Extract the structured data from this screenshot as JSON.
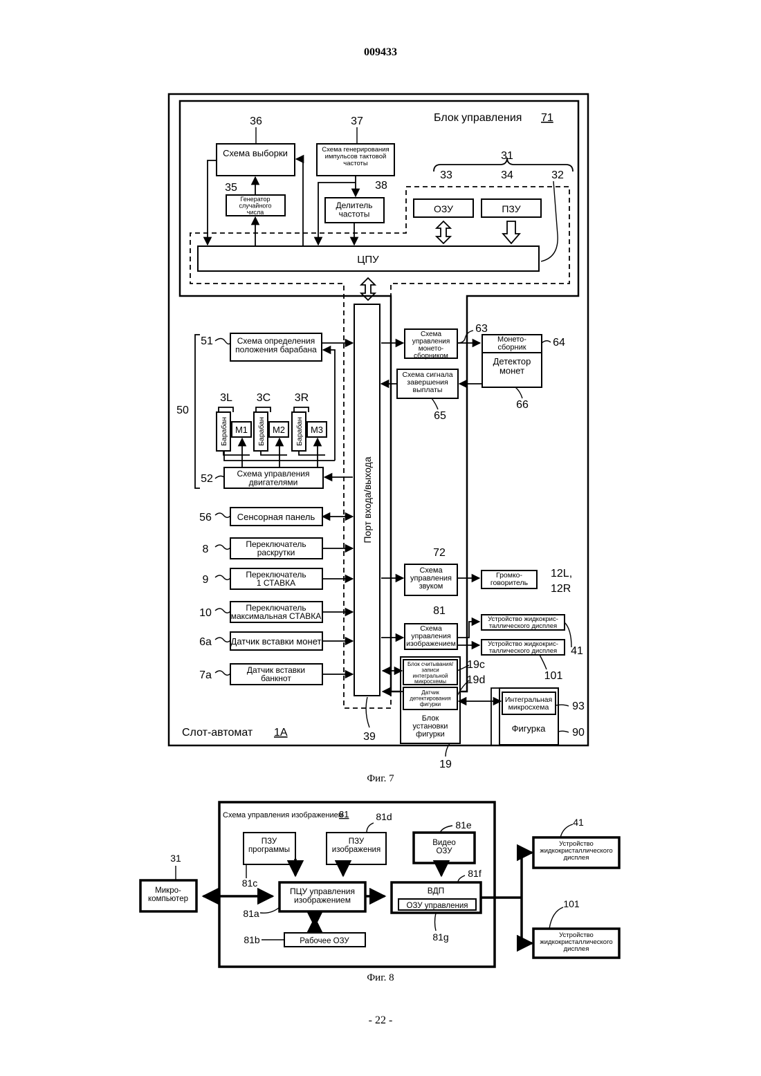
{
  "header": {
    "doc_number": "009433",
    "page_number": "- 22 -"
  },
  "fig7": {
    "caption": "Фиг. 7",
    "control_unit": "Блок управления",
    "control_unit_ref": "71",
    "slot_machine": "Слот-автомат",
    "slot_machine_ref": "1A",
    "sampling": "Схема выборки",
    "sampling_ref": "36",
    "clock_lines": [
      "Схема генерирования",
      "импульсов тактовой",
      "частоты"
    ],
    "clock_ref": "37",
    "rng_lines": [
      "Генератор",
      "случайного",
      "числа"
    ],
    "rng_ref": "35",
    "divider_lines": [
      "Делитель",
      "частоты"
    ],
    "divider_ref": "38",
    "micro_ref": "31",
    "ram": "ОЗУ",
    "ram_ref": "33",
    "rom": "ПЗУ",
    "rom_ref": "34",
    "cpu_bus_ref": "32",
    "cpu": "ЦПУ",
    "io_port": "Порт входа/выхода",
    "io_ref": "39",
    "reel_pos_lines": [
      "Схема определения",
      "положения барабана"
    ],
    "reel_pos_ref": "51",
    "reels_group_ref": "50",
    "reels": [
      {
        "ref": "3L",
        "label": "Барабан",
        "motor": "M1"
      },
      {
        "ref": "3C",
        "label": "Барабан",
        "motor": "M2"
      },
      {
        "ref": "3R",
        "label": "Барабан",
        "motor": "M3"
      }
    ],
    "motor_ctrl_lines": [
      "Схема управления",
      "двигателями"
    ],
    "motor_ctrl_ref": "52",
    "inputs": [
      {
        "ref": "56",
        "lines": [
          "Сенсорная панель"
        ]
      },
      {
        "ref": "8",
        "lines": [
          "Переключатель",
          "раскрутки"
        ]
      },
      {
        "ref": "9",
        "lines": [
          "Переключатель",
          "1 СТАВКА"
        ]
      },
      {
        "ref": "10",
        "lines": [
          "Переключатель",
          "максимальная СТАВКА"
        ]
      },
      {
        "ref": "6a",
        "lines": [
          "Датчик вставки монет"
        ]
      },
      {
        "ref": "7a",
        "lines": [
          "Датчик вставки",
          "банкнот"
        ]
      }
    ],
    "hopper_ctrl_lines": [
      "Схема",
      "управления",
      "монето-",
      "сборником"
    ],
    "hopper_ctrl_ref": "63",
    "hopper_lines": [
      "Монето-",
      "сборник"
    ],
    "hopper_ref": "64",
    "coin_det_lines": [
      "Детектор",
      "монет"
    ],
    "coin_det_ref": "66",
    "payout_lines": [
      "Схема сигнала",
      "завершения",
      "выплаты"
    ],
    "payout_ref": "65",
    "sound_lines": [
      "Схема",
      "управления",
      "звуком"
    ],
    "sound_ref": "72",
    "speaker_lines": [
      "Громко-",
      "говоритель"
    ],
    "speaker_ref_1": "12L,",
    "speaker_ref_2": "12R",
    "image_ctrl_lines": [
      "Схема",
      "управления",
      "изображением"
    ],
    "image_ctrl_ref": "81",
    "lcd1_lines": [
      "Устройство жидкокрис-",
      "таллического дисплея"
    ],
    "lcd1_ref": "41",
    "lcd2_lines": [
      "Устройство жидкокрис-",
      "таллического дисплея"
    ],
    "lcd2_ref": "101",
    "ic_rw_lines": [
      "Блок считывания/",
      "записи",
      "интегральной",
      "микросхемы"
    ],
    "ic_rw_ref": "19c",
    "fig_det_lines": [
      "Датчик",
      "детектирования",
      "фигурки"
    ],
    "fig_det_ref": "19d",
    "fig_unit_lines": [
      "Блок",
      "установки",
      "фигурки"
    ],
    "fig_unit_ref": "19",
    "ic_lines": [
      "Интегральная",
      "микросхема"
    ],
    "ic_ref": "93",
    "figure": "Фигурка",
    "figure_ref": "90"
  },
  "fig8": {
    "caption": "Фиг. 8",
    "title": "Схема управления изображением",
    "title_ref": "81",
    "prog_rom_lines": [
      "ПЗУ",
      "программы"
    ],
    "prog_rom_ref": "81c",
    "img_rom_lines": [
      "ПЗУ",
      "изображения"
    ],
    "img_rom_ref": "81d",
    "vram_lines": [
      "Видео",
      "ОЗУ"
    ],
    "vram_ref": "81e",
    "cpu_lines": [
      "ПЦУ управления",
      "изображением"
    ],
    "cpu_ref": "81a",
    "vdp": "ВДП",
    "vdp_ref": "81f",
    "ctrl_ram": "ОЗУ управления",
    "ctrl_ram_ref": "81g",
    "work_ram": "Рабочее ОЗУ",
    "work_ram_ref": "81b",
    "micro_lines": [
      "Микро-",
      "компьютер"
    ],
    "micro_ref": "31",
    "lcd1_lines": [
      "Устройство",
      "жидкокристаллического",
      "дисплея"
    ],
    "lcd1_ref": "41",
    "lcd2_lines": [
      "Устройство",
      "жидкокристаллического",
      "дисплея"
    ],
    "lcd2_ref": "101"
  }
}
